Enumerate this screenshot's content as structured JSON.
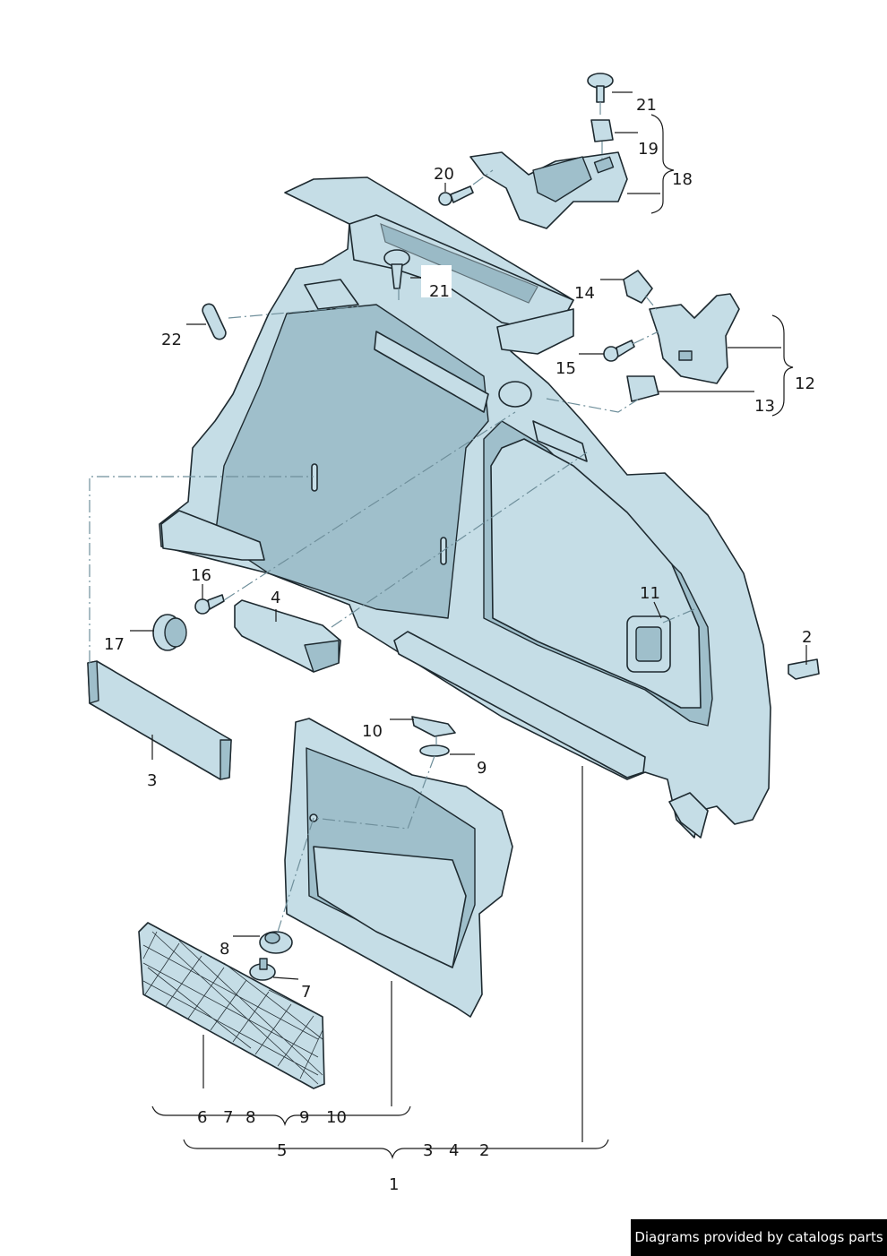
{
  "callouts": {
    "c1": "1",
    "c2a": "2",
    "c2b": "2",
    "c3a": "3",
    "c3b": "3",
    "c4a": "4",
    "c4b": "4",
    "c5": "5",
    "c6": "6",
    "c7a": "7",
    "c7b": "7",
    "c8a": "8",
    "c8b": "8",
    "c9a": "9",
    "c9b": "9",
    "c10a": "10",
    "c10b": "10",
    "c11": "11",
    "c12": "12",
    "c13": "13",
    "c14": "14",
    "c15": "15",
    "c16": "16",
    "c17": "17",
    "c18": "18",
    "c19": "19",
    "c20": "20",
    "c21a": "21",
    "c21b": "21",
    "c22": "22"
  },
  "credit": "Diagrams provided by catalogs parts",
  "colors": {
    "part_fill": "#c5dde6",
    "outline": "#1e2a30",
    "credit_bg": "#000000"
  }
}
